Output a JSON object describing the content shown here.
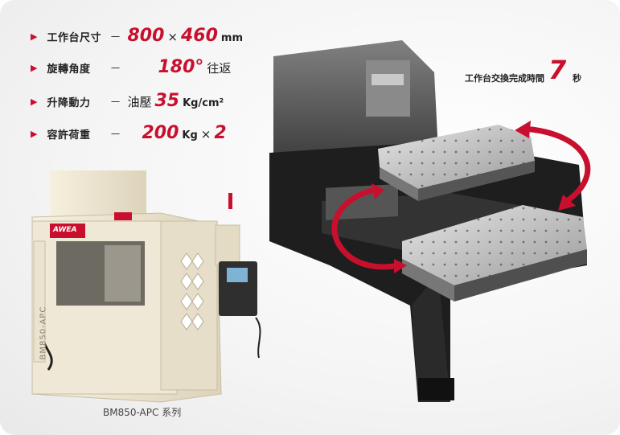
{
  "specs": [
    {
      "label": "工作台尺寸",
      "dash": "－",
      "value1": "800",
      "times": "×",
      "value2": "460",
      "unit": "mm"
    },
    {
      "label": "旋轉角度",
      "dash": "－",
      "value": "180°",
      "suffix": "往返"
    },
    {
      "label": "升降動力",
      "dash": "－",
      "prefix": "油壓",
      "value": "35",
      "unit": "Kg/cm²"
    },
    {
      "label": "容許荷重",
      "dash": "－",
      "value": "200",
      "unit": "Kg",
      "times": "×",
      "value2": "2"
    }
  ],
  "exchange": {
    "label": "工作台交換完成時間",
    "value": "7",
    "unit": "秒"
  },
  "machine": {
    "logo": "AWEA",
    "side_text": "BM850-APC"
  },
  "caption": "BM850-APC 系列",
  "colors": {
    "accent": "#c8102e",
    "cabinet": "#efe8d6",
    "steel": "#a8a8a8"
  }
}
